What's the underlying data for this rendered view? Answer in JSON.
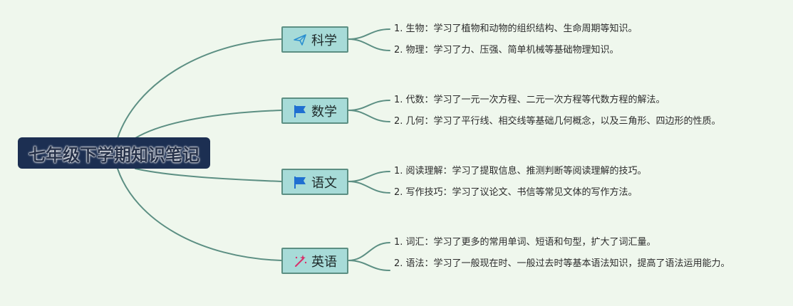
{
  "root": {
    "title": "七年级下学期知识笔记"
  },
  "colors": {
    "background": "#eff7ed",
    "root_fill": "#1c2f52",
    "branch_fill": "#a7dbd8",
    "branch_border": "#5c8f83",
    "link": "#5c8f83"
  },
  "branches": [
    {
      "label": "科学",
      "icon": "paper-plane-icon",
      "items": [
        "1. 生物：学习了植物和动物的组织结构、生命周期等知识。",
        "2. 物理：学习了力、压强、简单机械等基础物理知识。"
      ]
    },
    {
      "label": "数学",
      "icon": "flag-icon",
      "items": [
        "1. 代数：学习了一元一次方程、二元一次方程等代数方程的解法。",
        "2. 几何：学习了平行线、相交线等基础几何概念，以及三角形、四边形的性质。"
      ]
    },
    {
      "label": "语文",
      "icon": "flag-icon",
      "items": [
        "1. 阅读理解：学习了提取信息、推测判断等阅读理解的技巧。",
        "2. 写作技巧：学习了议论文、书信等常见文体的写作方法。"
      ]
    },
    {
      "label": "英语",
      "icon": "magic-wand-icon",
      "items": [
        "1. 词汇：学习了更多的常用单词、短语和句型，扩大了词汇量。",
        "2. 语法：学习了一般现在时、一般过去时等基本语法知识，提高了语法运用能力。"
      ]
    }
  ]
}
